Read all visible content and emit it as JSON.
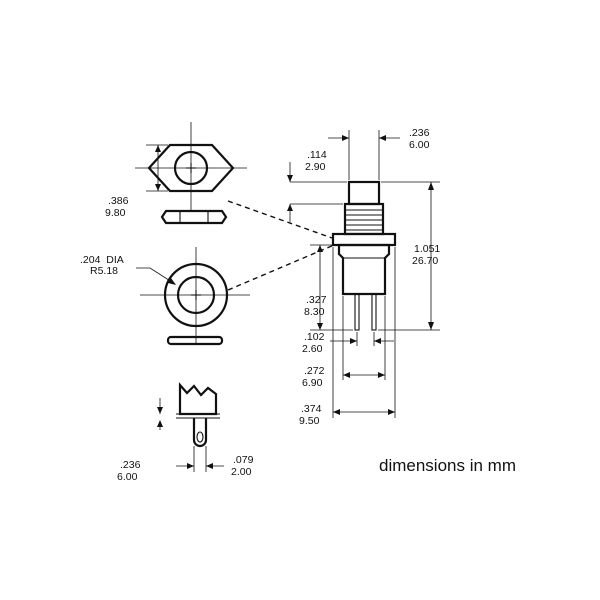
{
  "hex_nut": {
    "width_in": ".386",
    "width_mm": "9.80"
  },
  "washer": {
    "dia_in": ".204  DIA",
    "dia_mm": "R5.18"
  },
  "switch": {
    "button_dia_in": ".236",
    "button_dia_mm": "6.00",
    "button_height_in": ".114",
    "button_height_mm": "2.90",
    "total_height_in": "1.051",
    "total_height_mm": "26.70",
    "terminal_length_in": ".327",
    "terminal_length_mm": "8.30",
    "terminal_spacing_in": ".102",
    "terminal_spacing_mm": "2.60",
    "body_width_in": ".272",
    "body_width_mm": "6.90",
    "flange_width_in": ".374",
    "flange_width_mm": "9.50"
  },
  "terminal_detail": {
    "width_in": ".236",
    "width_mm": "6.00",
    "hole_in": ".079",
    "hole_mm": "2.00"
  },
  "note": "dimensions in mm"
}
